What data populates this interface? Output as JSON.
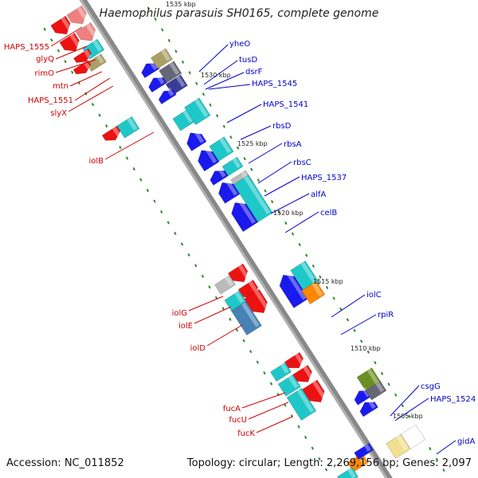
{
  "title": "Haemophilus parasuis SH0165, complete genome",
  "footer": {
    "accession": "Accession: NC_011852",
    "topology": "Topology: circular; Length: 2,269,156 bp; Genes: 2,097"
  },
  "colors": {
    "left_label": "#cc0000",
    "right_label": "#0000cc",
    "backbone": "#888888",
    "tick": "#2e8b2e"
  },
  "ruler_labels": [
    "1535 kbp",
    "1530 kbp",
    "1525 kbp",
    "1520 kbp",
    "1515 kbp",
    "1510 kbp",
    "1505 kbp"
  ],
  "left_labels": [
    "HAPS_1555",
    "glyQ",
    "rimO",
    "mtn",
    "HAPS_1551",
    "slyX",
    "iolB",
    "iolG",
    "iolE",
    "iolD",
    "fucA",
    "fucU",
    "fucK"
  ],
  "right_labels": [
    "yheO",
    "tusD",
    "dsrF",
    "HAPS_1545",
    "HAPS_1541",
    "rbsD",
    "rbsA",
    "rbsC",
    "HAPS_1537",
    "alfA",
    "celB",
    "iolC",
    "rpiR",
    "csgG",
    "HAPS_1524",
    "gidA"
  ]
}
